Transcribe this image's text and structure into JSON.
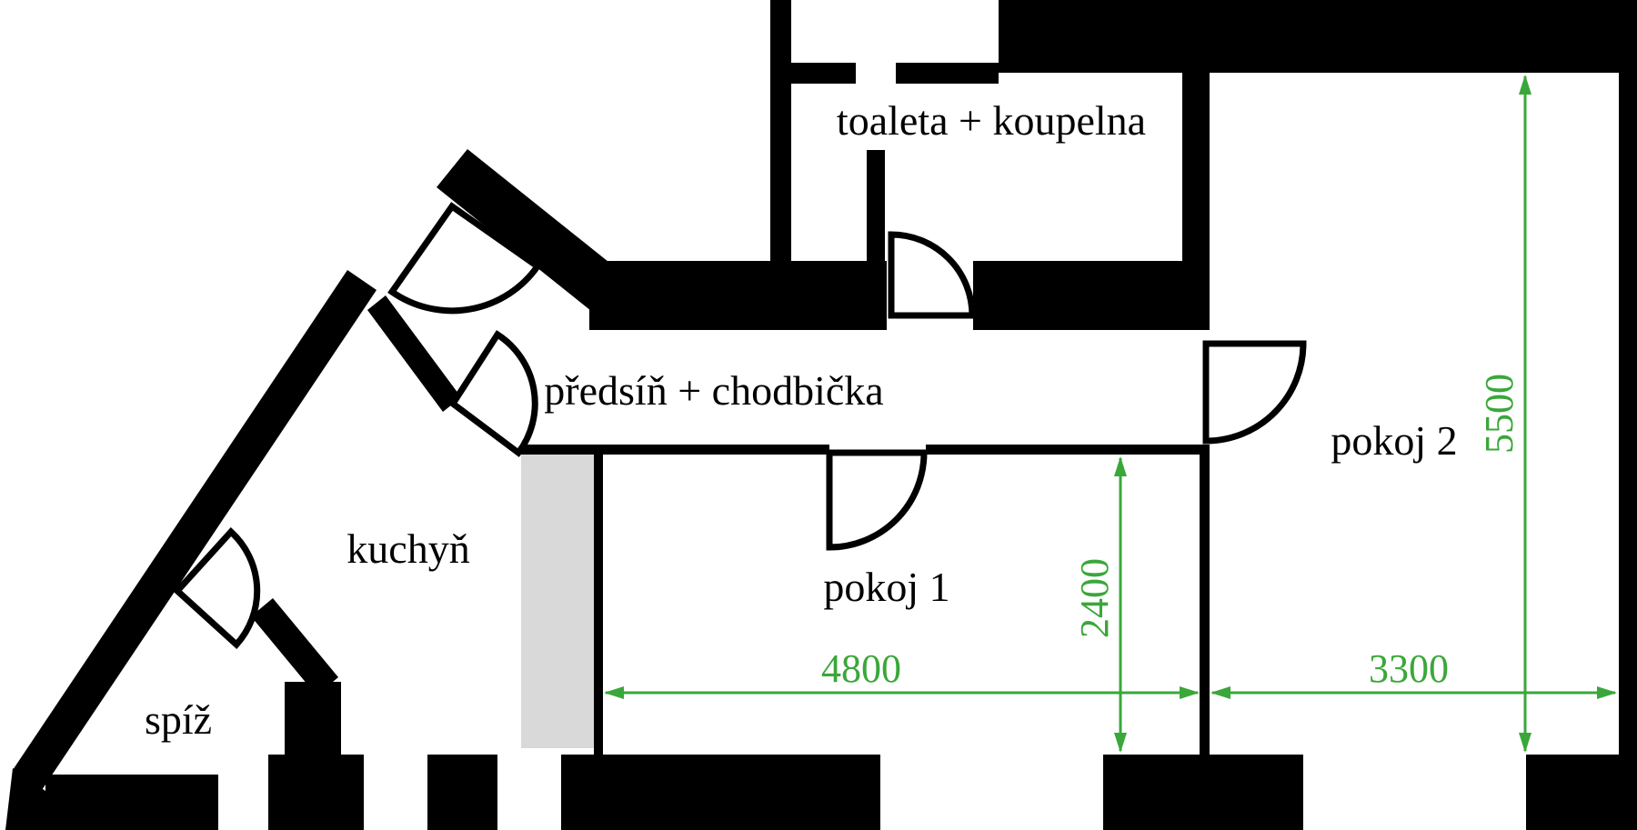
{
  "floorplan": {
    "rooms": [
      {
        "name": "toaleta-koupelna",
        "label": "toaleta + koupelna"
      },
      {
        "name": "predsin-chodbicka",
        "label": "předsíň + chodbička"
      },
      {
        "name": "pokoj-1",
        "label": "pokoj 1"
      },
      {
        "name": "pokoj-2",
        "label": "pokoj 2"
      },
      {
        "name": "kuchyn",
        "label": "kuchyň"
      },
      {
        "name": "spiz",
        "label": "spíž"
      }
    ],
    "dimensions_mm": [
      {
        "name": "pokoj2-height",
        "value": "5500",
        "orientation": "vertical"
      },
      {
        "name": "pokoj1-height",
        "value": "2400",
        "orientation": "vertical"
      },
      {
        "name": "pokoj1-width",
        "value": "4800",
        "orientation": "horizontal"
      },
      {
        "name": "pokoj2-width",
        "value": "3300",
        "orientation": "horizontal"
      }
    ],
    "colors": {
      "wall": "#000000",
      "dimension": "#3aa73a",
      "partition": "#d9d9d9",
      "background": "#ffffff"
    }
  }
}
